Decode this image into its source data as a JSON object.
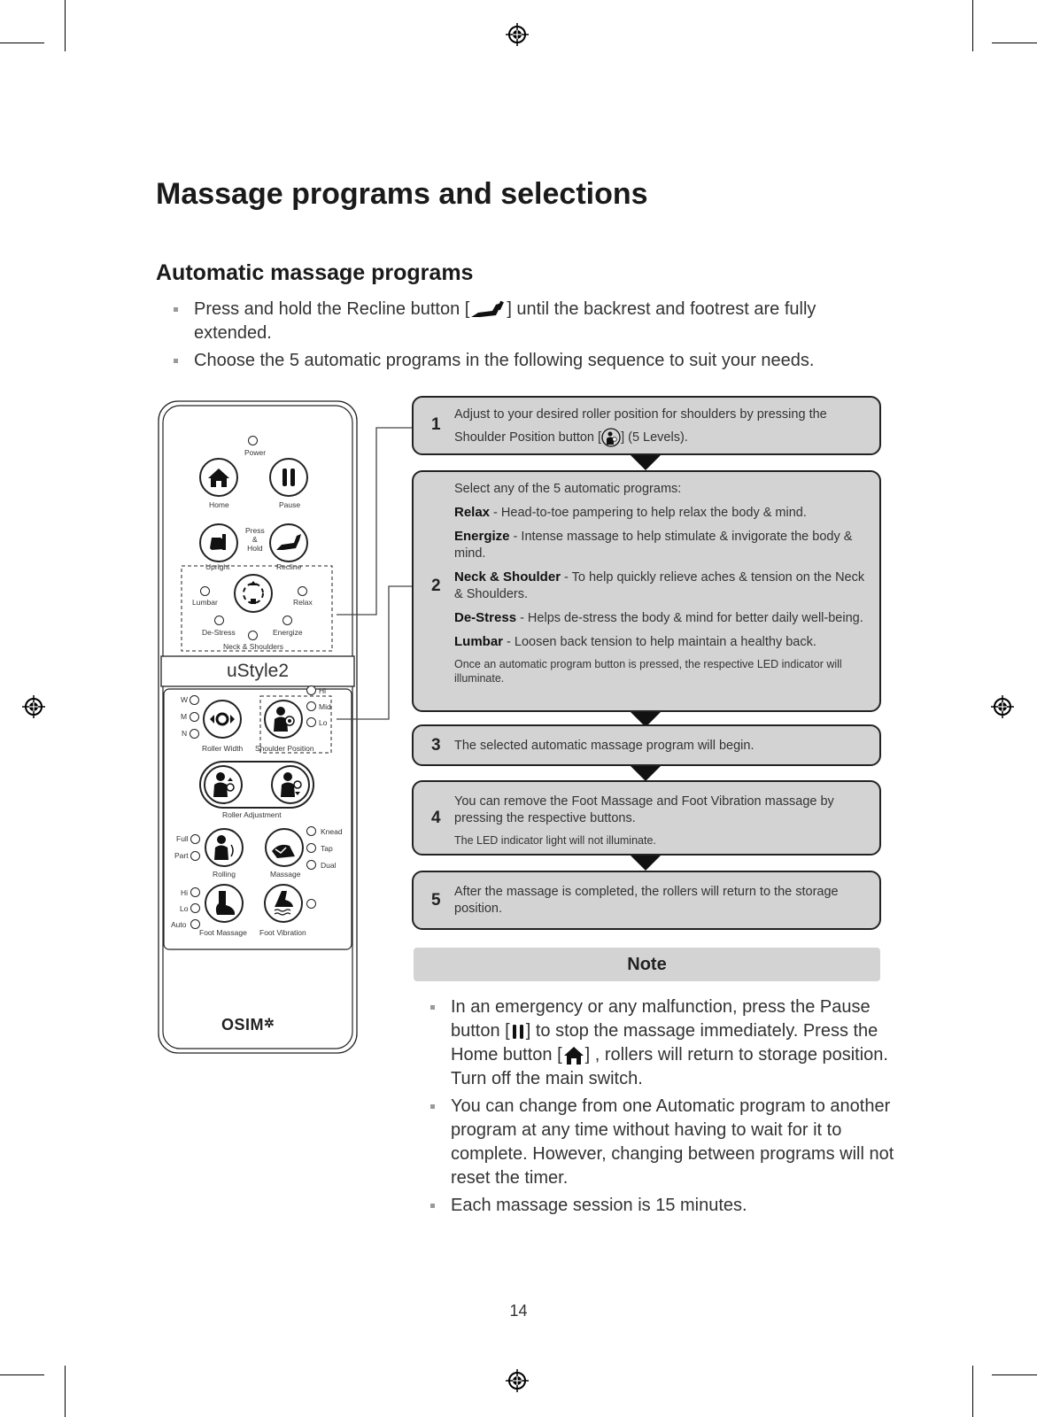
{
  "page": {
    "title": "Massage programs and selections",
    "subtitle": "Automatic massage programs",
    "page_number": "14"
  },
  "intro": {
    "bullet1_before": "Press and hold the Recline button [",
    "bullet1_after": "] until the backrest and footrest are fully extended.",
    "bullet2": "Choose the 5 automatic programs in the following sequence to suit your needs."
  },
  "remote": {
    "power": "Power",
    "home": "Home",
    "pause": "Pause",
    "press_hold": [
      "Press",
      "&",
      "Hold"
    ],
    "upright": "Upright",
    "recline": "Recline",
    "lumbar": "Lumbar",
    "relax": "Relax",
    "de_stress": "De-Stress",
    "energize": "Energize",
    "neck_shoulders": "Neck & Shoulders",
    "model": "uStyle2",
    "width_w": "W",
    "width_m": "M",
    "width_n": "N",
    "roller_width": "Roller Width",
    "pos_hi": "Hi",
    "pos_mid": "Mid",
    "pos_lo": "Lo",
    "shoulder_position": "Shoulder Position",
    "roller_adjustment": "Roller Adjustment",
    "full": "Full",
    "part": "Part",
    "knead": "Knead",
    "tap": "Tap",
    "dual": "Dual",
    "rolling": "Rolling",
    "massage": "Massage",
    "hi": "Hi",
    "lo": "Lo",
    "auto": "Auto",
    "foot_massage": "Foot Massage",
    "foot_vibration": "Foot Vibration",
    "brand": "OSIM"
  },
  "steps": {
    "s1": {
      "num": "1",
      "text_before": "Adjust to your desired roller position for shoulders by pressing the Shoulder Position button [",
      "text_after": "] (5 Levels)."
    },
    "s2": {
      "num": "2",
      "intro": "Select any of the 5 automatic programs:",
      "relax_name": "Relax",
      "relax_desc": " - Head-to-toe pampering to help relax the body & mind.",
      "energize_name": "Energize",
      "energize_desc": " - Intense massage to help stimulate & invigorate the body & mind.",
      "neck_name": "Neck & Shoulder",
      "neck_desc": " - To help quickly relieve aches & tension on the Neck & Shoulders.",
      "destress_name": "De-Stress",
      "destress_desc": " - Helps de-stress the body & mind for better daily well-being.",
      "lumbar_name": "Lumbar",
      "lumbar_desc": " - Loosen back tension to help maintain a healthy back.",
      "led_note": "Once an automatic program button is pressed, the respective LED indicator will illuminate."
    },
    "s3": {
      "num": "3",
      "text": "The selected automatic massage program will begin."
    },
    "s4": {
      "num": "4",
      "text": "You can remove the Foot Massage and Foot Vibration massage by pressing the respective buttons.",
      "note": "The LED indicator light will not illuminate."
    },
    "s5": {
      "num": "5",
      "text": "After the massage is completed, the rollers will return to the storage position."
    }
  },
  "note": {
    "header": "Note",
    "n1_a": "In an emergency or any malfunction, press the Pause button [",
    "n1_b": "] to stop the massage immediately. Press the Home button [",
    "n1_c": "] , rollers will return to storage position. Turn off the main switch.",
    "n2": "You can change from one Automatic program to another program at any time without having to wait for it to complete. However, changing between programs will not reset the timer.",
    "n3": "Each massage session is 15 minutes."
  },
  "icons": [
    "registration-mark-icon",
    "recline-icon",
    "home-icon",
    "pause-icon",
    "upright-icon",
    "shoulder-position-icon",
    "roller-width-icon",
    "rolling-icon",
    "massage-icon",
    "foot-massage-icon",
    "foot-vibration-icon",
    "osim-logo"
  ]
}
